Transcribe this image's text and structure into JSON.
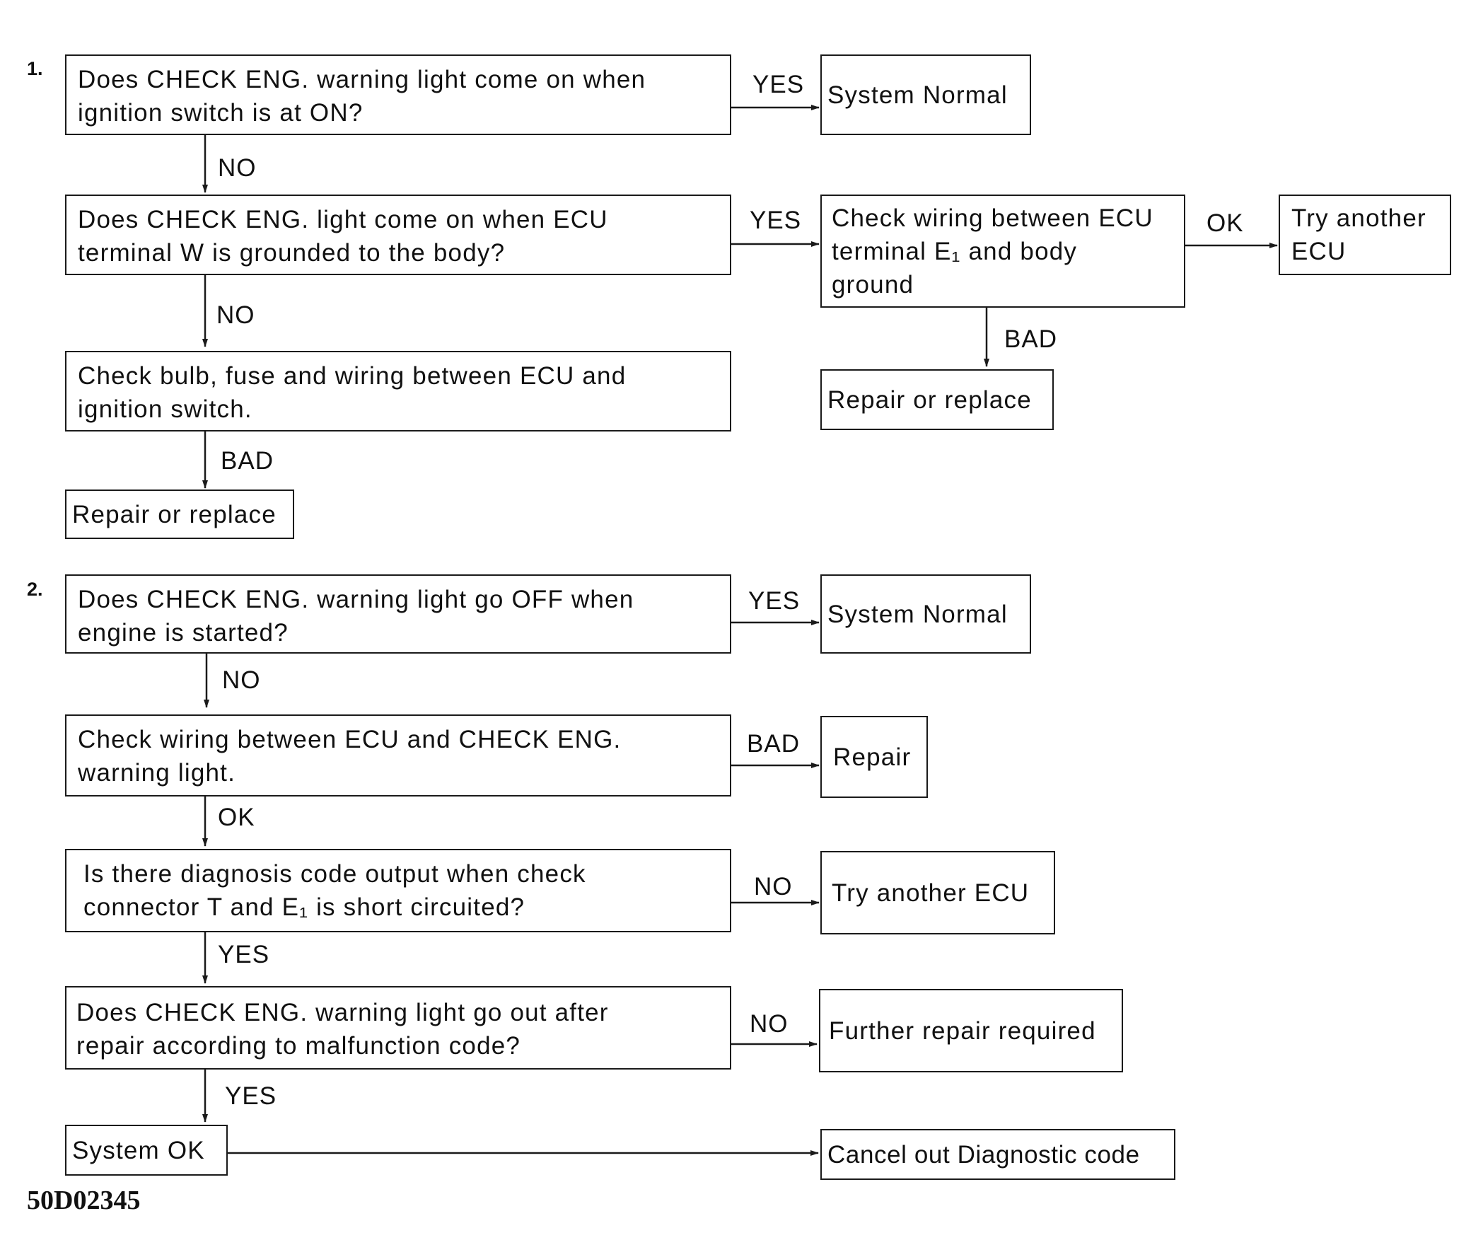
{
  "diagram": {
    "sections": [
      "1.",
      "2."
    ],
    "figure_code": "50D02345",
    "nodes": {
      "s1_q1": [
        "Does CHECK ENG. warning light come on when",
        "ignition switch is at ON?"
      ],
      "s1_normal": [
        "System Normal"
      ],
      "s1_q2": [
        "Does CHECK ENG. light come on when ECU",
        "terminal W is grounded to the body?"
      ],
      "s1_check_e1": [
        "Check wiring between ECU",
        "terminal E₁ and body",
        "ground"
      ],
      "s1_try_ecu": [
        "Try another",
        "ECU"
      ],
      "s1_repair_right": [
        "Repair or replace"
      ],
      "s1_check_bulb": [
        "Check bulb, fuse and wiring between ECU and",
        "ignition switch."
      ],
      "s1_repair_left": [
        "Repair or replace"
      ],
      "s2_q1": [
        "Does CHECK ENG. warning light go OFF when",
        "engine is started?"
      ],
      "s2_normal": [
        "System Normal"
      ],
      "s2_check_wiring": [
        "Check wiring between ECU and CHECK ENG.",
        "warning light."
      ],
      "s2_repair": [
        "Repair"
      ],
      "s2_q_diag": [
        "Is there diagnosis code output when check",
        "connector T and E₁ is short circuited?"
      ],
      "s2_try_ecu": [
        "Try another ECU"
      ],
      "s2_q_out": [
        "Does CHECK ENG. warning light go out after",
        "repair according to malfunction code?"
      ],
      "s2_further": [
        "Further repair required"
      ],
      "s2_system_ok": [
        "System OK"
      ],
      "s2_cancel": [
        "Cancel out Diagnostic code"
      ]
    },
    "edge_labels": {
      "s1_yes_1": "YES",
      "s1_no_1": "NO",
      "s1_yes_2": "YES",
      "s1_ok": "OK",
      "s1_bad_right": "BAD",
      "s1_no_2": "NO",
      "s1_bad_left": "BAD",
      "s2_yes_1": "YES",
      "s2_no_1": "NO",
      "s2_bad": "BAD",
      "s2_ok": "OK",
      "s2_no_2": "NO",
      "s2_yes_2": "YES",
      "s2_no_3": "NO",
      "s2_yes_3": "YES"
    },
    "edges": [
      [
        "s1_q1",
        "s1_normal",
        "s1_yes_1"
      ],
      [
        "s1_q1",
        "s1_q2",
        "s1_no_1"
      ],
      [
        "s1_q2",
        "s1_check_e1",
        "s1_yes_2"
      ],
      [
        "s1_check_e1",
        "s1_try_ecu",
        "s1_ok"
      ],
      [
        "s1_check_e1",
        "s1_repair_right",
        "s1_bad_right"
      ],
      [
        "s1_q2",
        "s1_check_bulb",
        "s1_no_2"
      ],
      [
        "s1_check_bulb",
        "s1_repair_left",
        "s1_bad_left"
      ],
      [
        "s2_q1",
        "s2_normal",
        "s2_yes_1"
      ],
      [
        "s2_q1",
        "s2_check_wiring",
        "s2_no_1"
      ],
      [
        "s2_check_wiring",
        "s2_repair",
        "s2_bad"
      ],
      [
        "s2_check_wiring",
        "s2_q_diag",
        "s2_ok"
      ],
      [
        "s2_q_diag",
        "s2_try_ecu",
        "s2_no_2"
      ],
      [
        "s2_q_diag",
        "s2_q_out",
        "s2_yes_2"
      ],
      [
        "s2_q_out",
        "s2_further",
        "s2_no_3"
      ],
      [
        "s2_q_out",
        "s2_system_ok",
        "s2_yes_3"
      ],
      [
        "s2_system_ok",
        "s2_cancel",
        ""
      ]
    ]
  }
}
